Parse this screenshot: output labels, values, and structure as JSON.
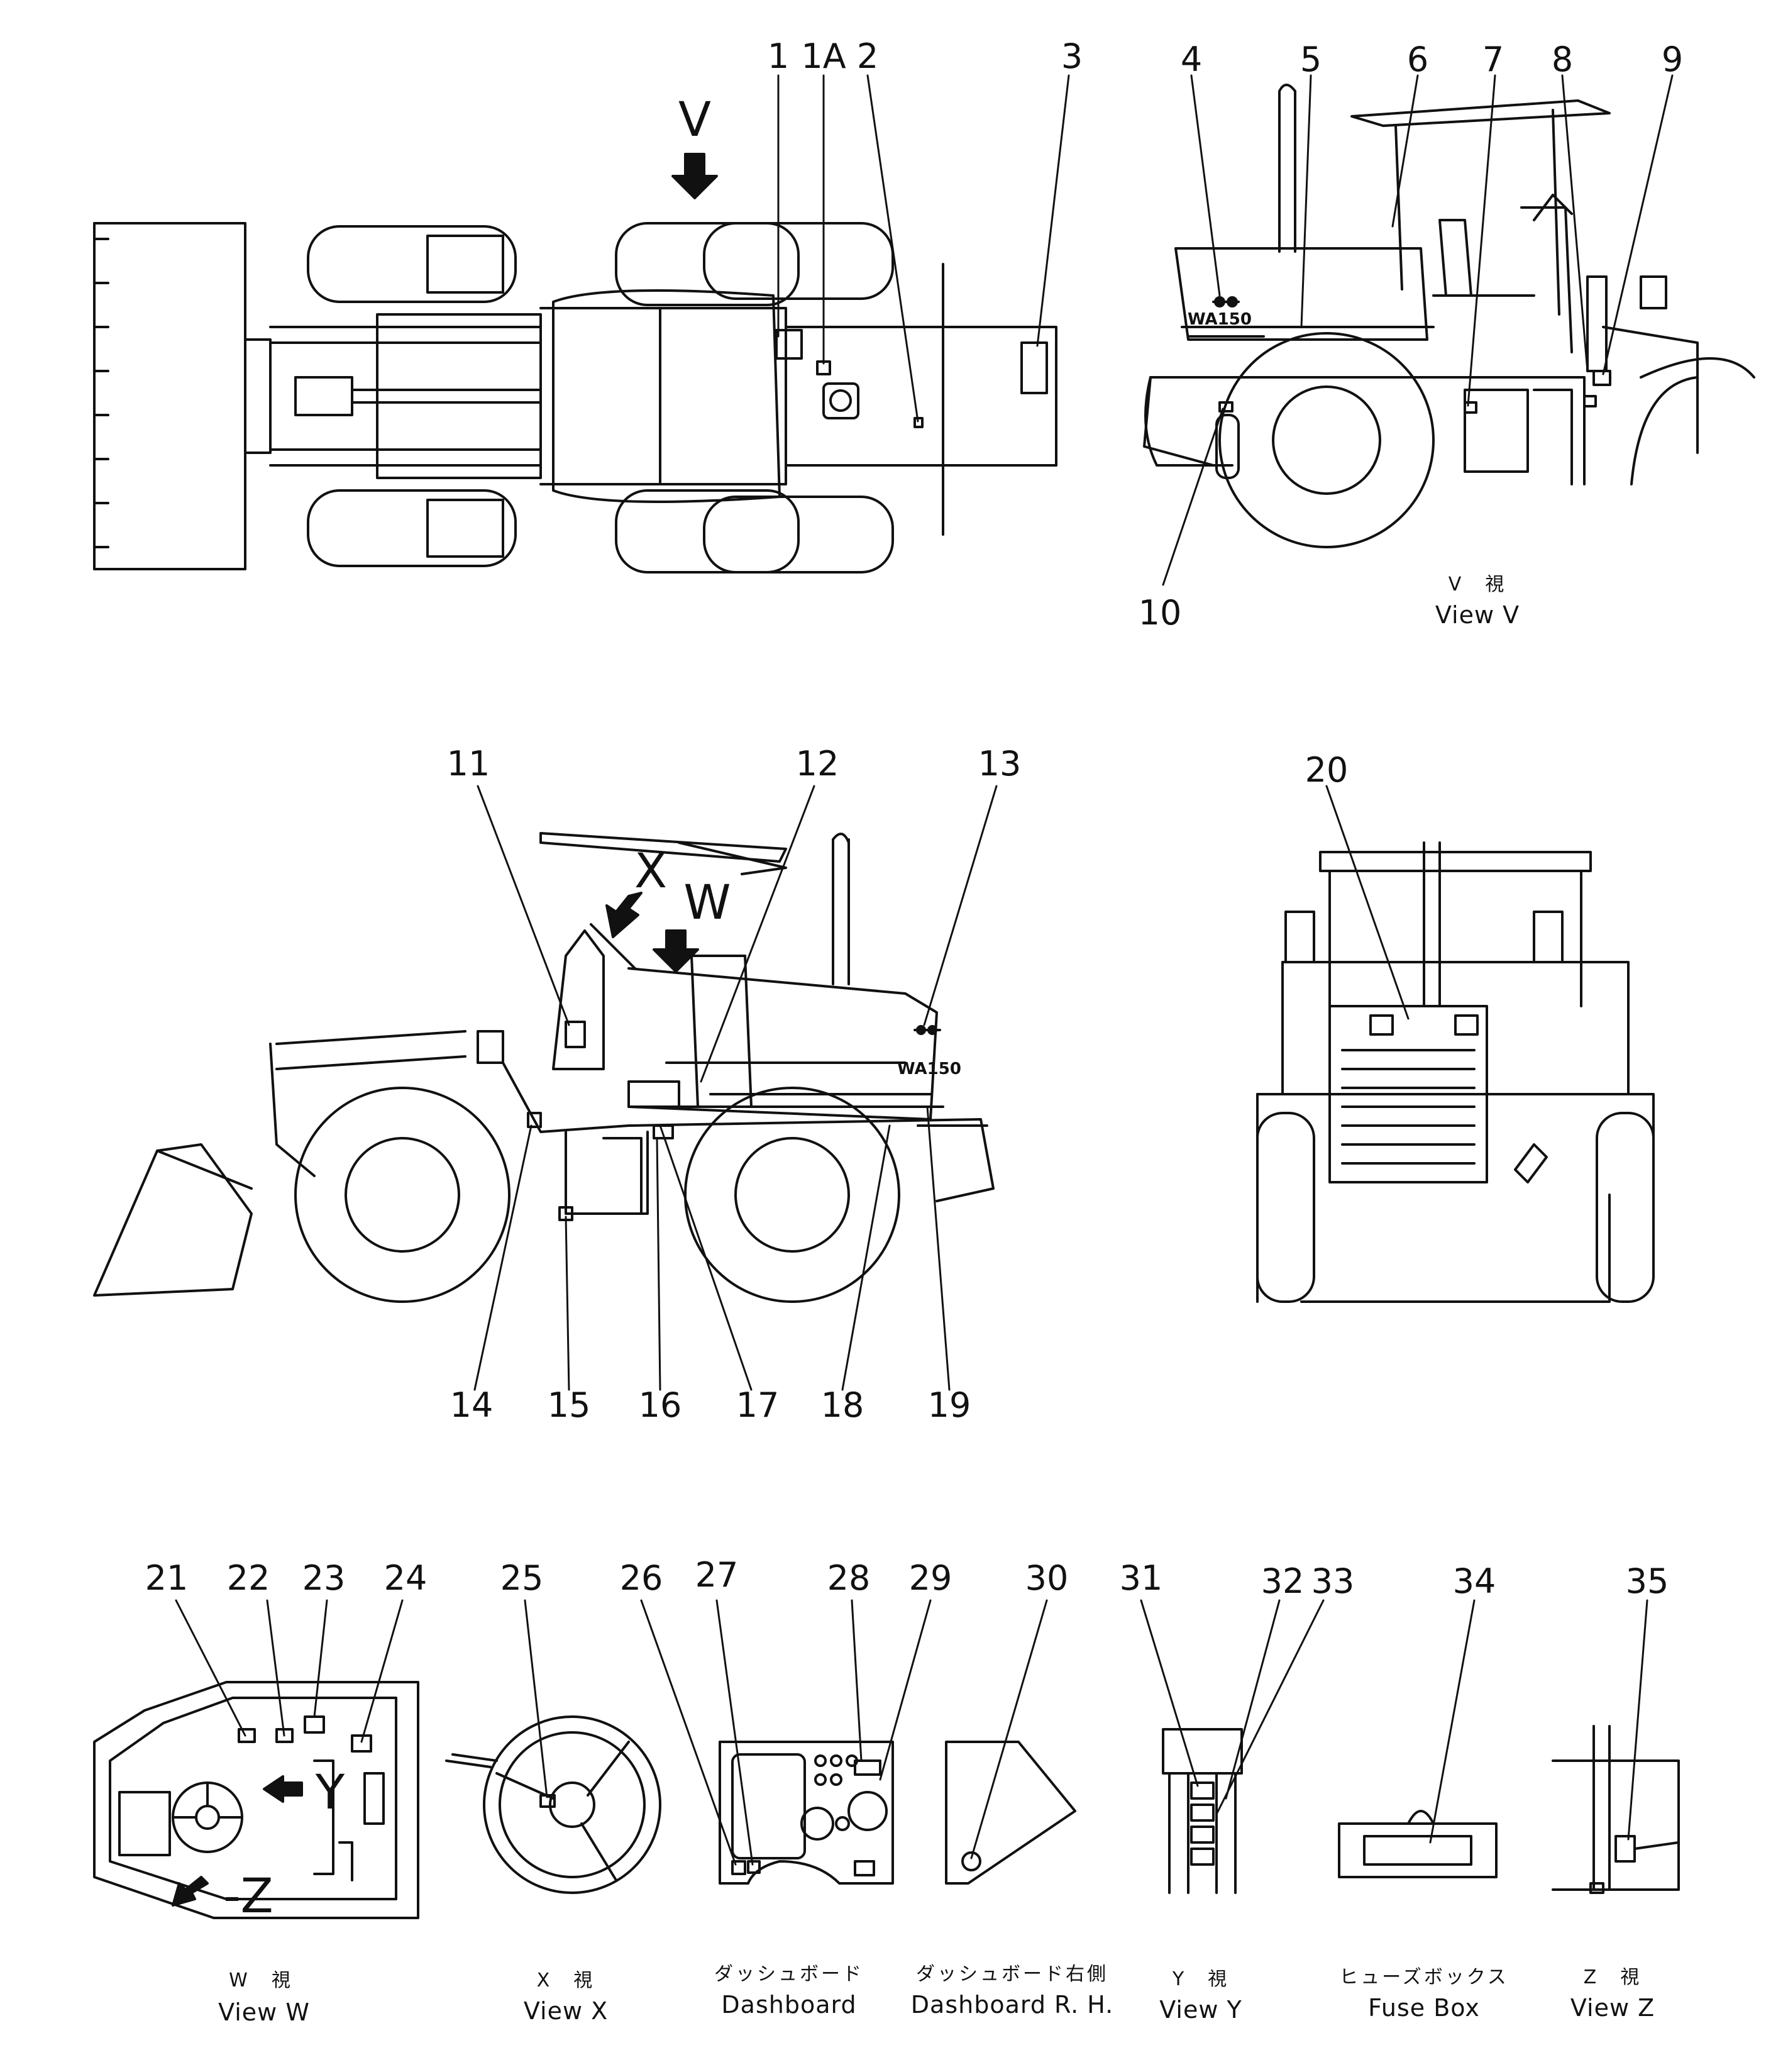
{
  "title": "",
  "views": {
    "v": {
      "jp": "V　視",
      "en": "View  V"
    },
    "w": {
      "jp": "W　視",
      "en": "View  W"
    },
    "x": {
      "jp": "X　視",
      "en": "View  X"
    },
    "y": {
      "jp": "Y　視",
      "en": "View  Y"
    },
    "z": {
      "jp": "Z　視",
      "en": "View  Z"
    },
    "dashboard": {
      "jp": "ダッシュボード",
      "en": "Dashboard"
    },
    "dashboard_rh": {
      "jp": "ダッシュボード右側",
      "en": "Dashboard  R. H."
    },
    "fuse_box": {
      "jp": "ヒューズボックス",
      "en": "Fuse  Box"
    }
  },
  "arrow_letters": {
    "v": "V",
    "w": "W",
    "x": "X",
    "y": "Y",
    "z": "-Z"
  },
  "model_badge": "WA150",
  "callouts": [
    "1",
    "1A",
    "2",
    "3",
    "4",
    "5",
    "6",
    "7",
    "8",
    "9",
    "10",
    "11",
    "12",
    "13",
    "14",
    "15",
    "16",
    "17",
    "18",
    "19",
    "20",
    "21",
    "22",
    "23",
    "24",
    "25",
    "26",
    "27",
    "28",
    "29",
    "30",
    "31",
    "32",
    "33",
    "34",
    "35"
  ]
}
